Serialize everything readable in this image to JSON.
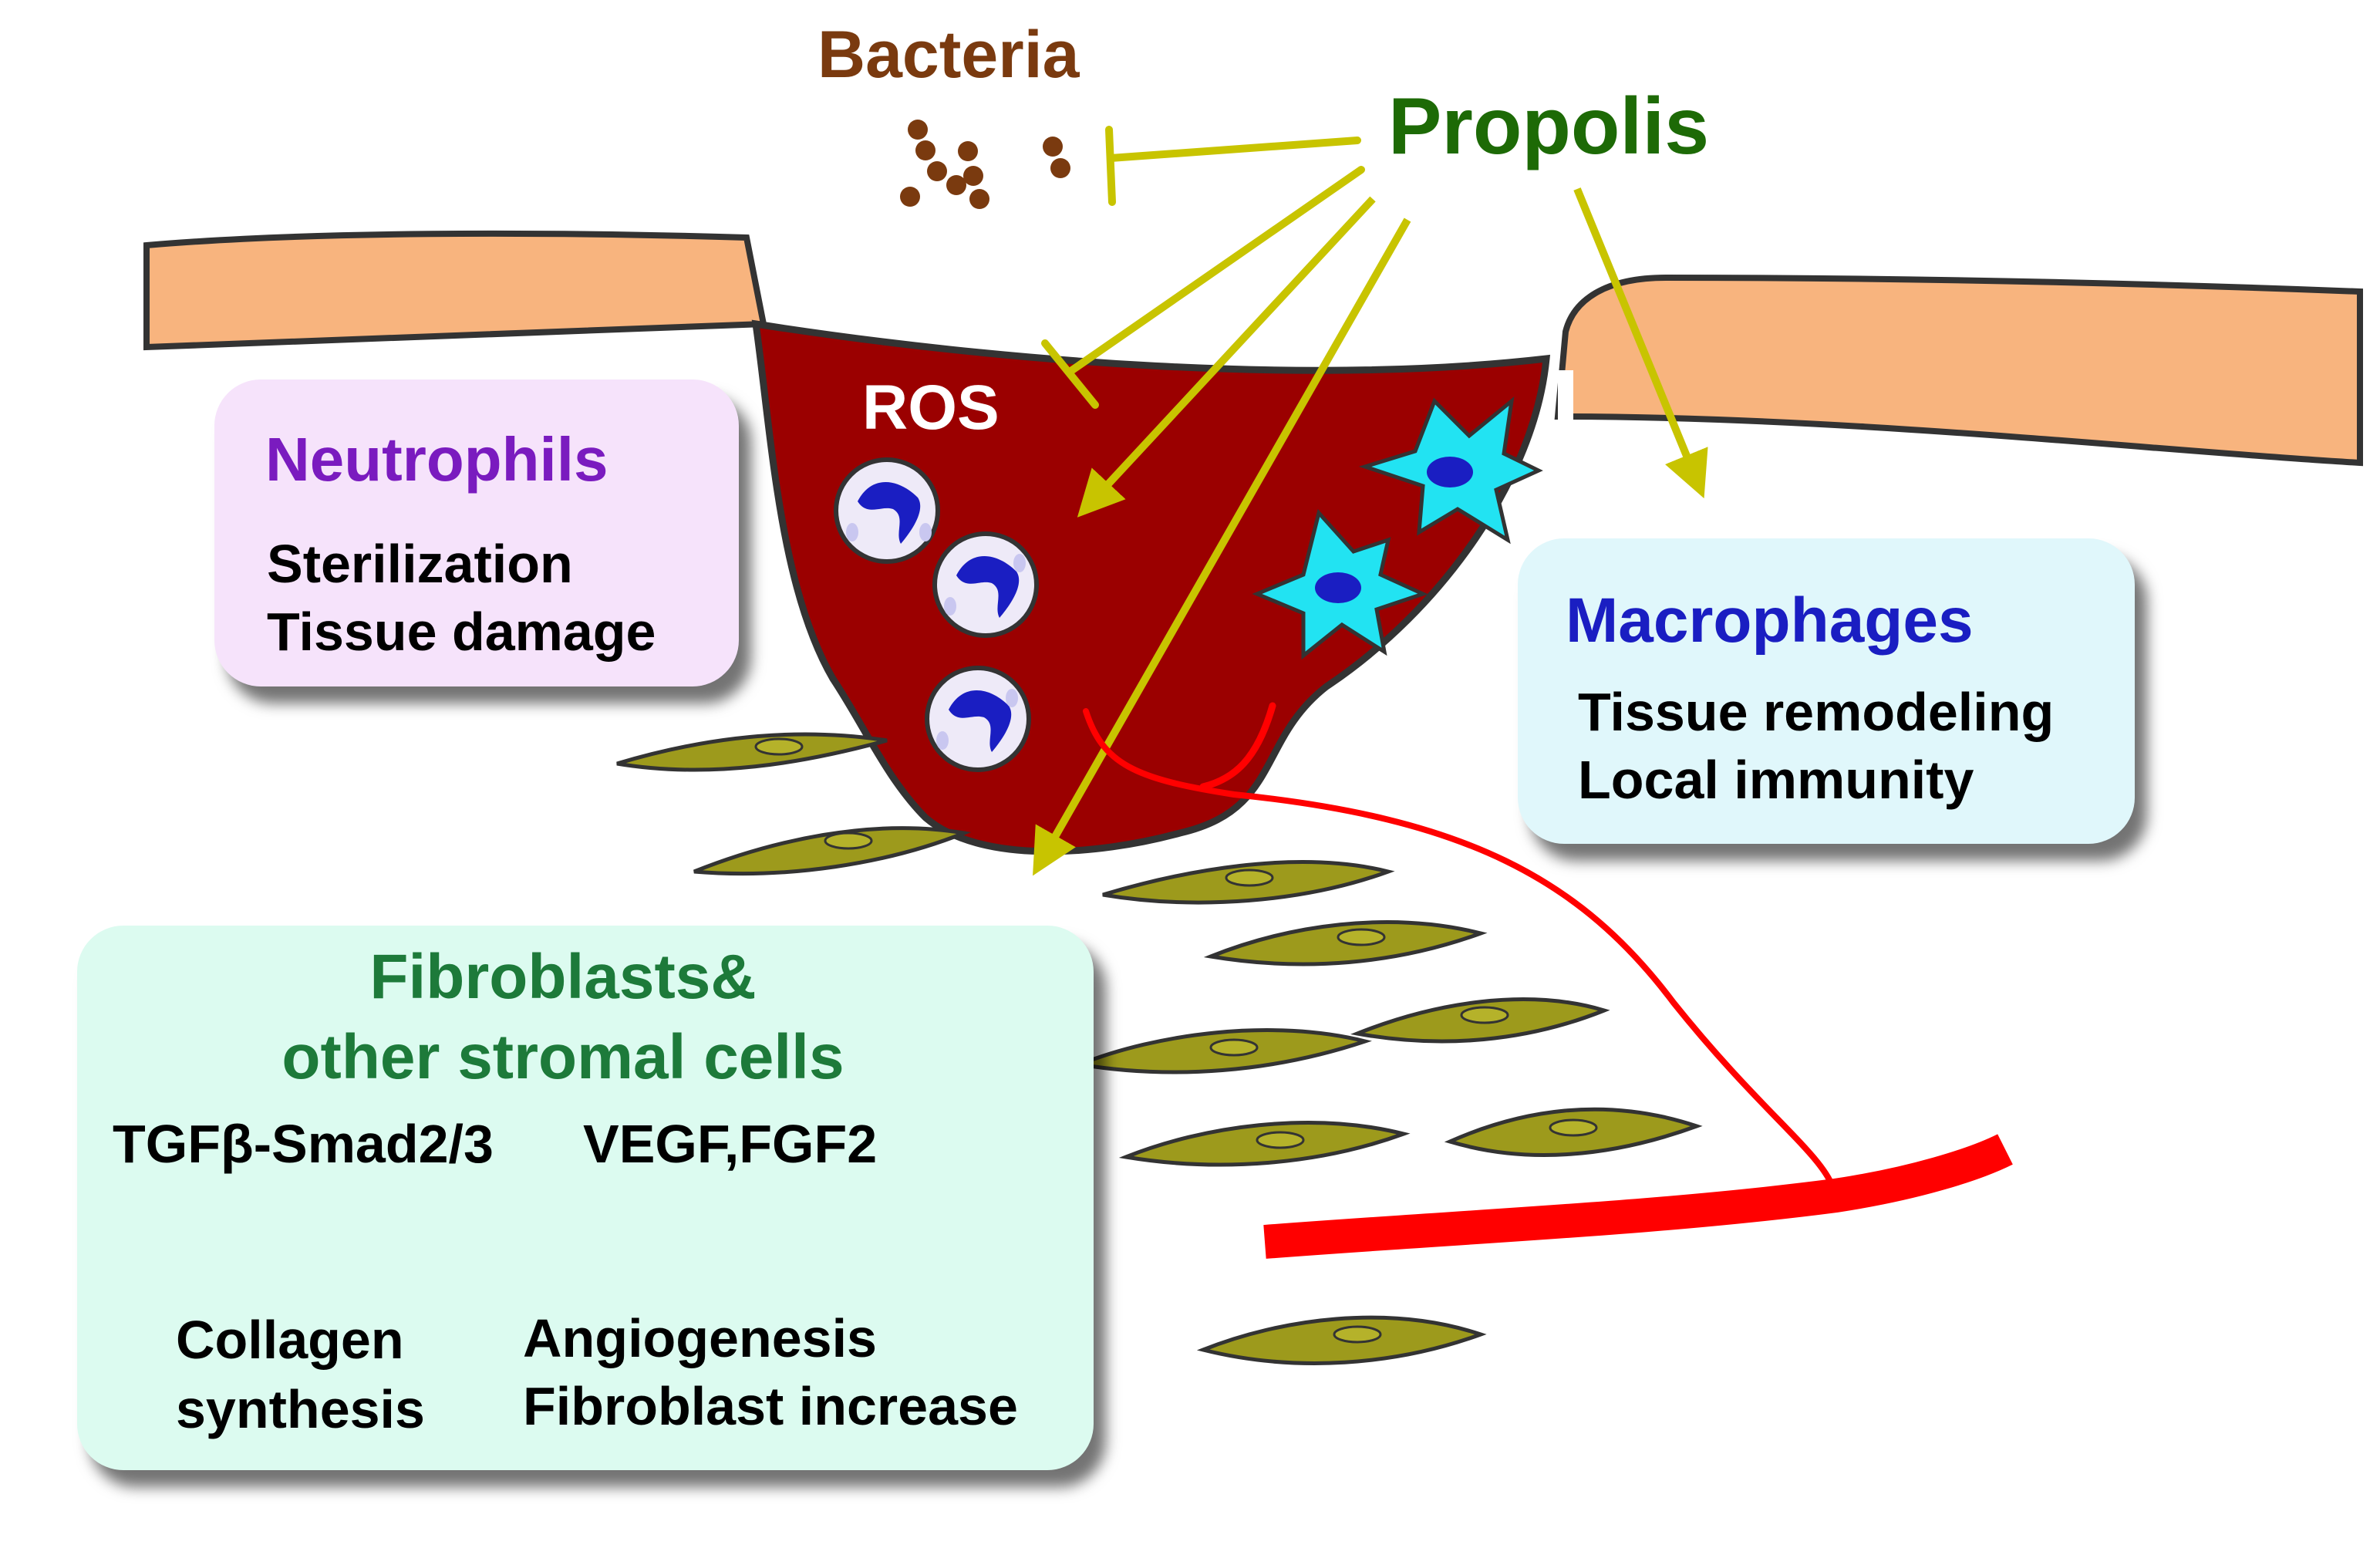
{
  "labels": {
    "bacteria": "Bacteria",
    "propolis": "Propolis",
    "ros": "ROS"
  },
  "neutrophils": {
    "title": "Neutrophils",
    "line1": "Sterilization",
    "line2": "Tissue damage"
  },
  "macrophages": {
    "title": "Macrophages",
    "line1": "Tissue remodeling",
    "line2": "Local immunity"
  },
  "fibroblasts": {
    "title1": "Fibroblasts&",
    "title2": "other stromal cells",
    "pathway1": "TGFβ-Smad2/3",
    "pathway2": "VEGF,FGF2",
    "result1_line1": "Collagen",
    "result1_line2": "synthesis",
    "result2_line1": "Angiogenesis",
    "result2_line2": "Fibroblast increase"
  },
  "colors": {
    "skin": "#f8b47e",
    "wound": "#9b0000",
    "arrow_yellow": "#c8c400",
    "propolis_text": "#1d6a06",
    "bacteria": "#7a3a0f",
    "neutrophil_box": "#f6e3fb",
    "macrophage_box": "#e0f7fb",
    "fibroblast_box": "#dcfbf0",
    "fibroblast_cell": "#9d9a1c",
    "vessel": "#ff0000",
    "macrophage_cell": "#22e3f2"
  }
}
